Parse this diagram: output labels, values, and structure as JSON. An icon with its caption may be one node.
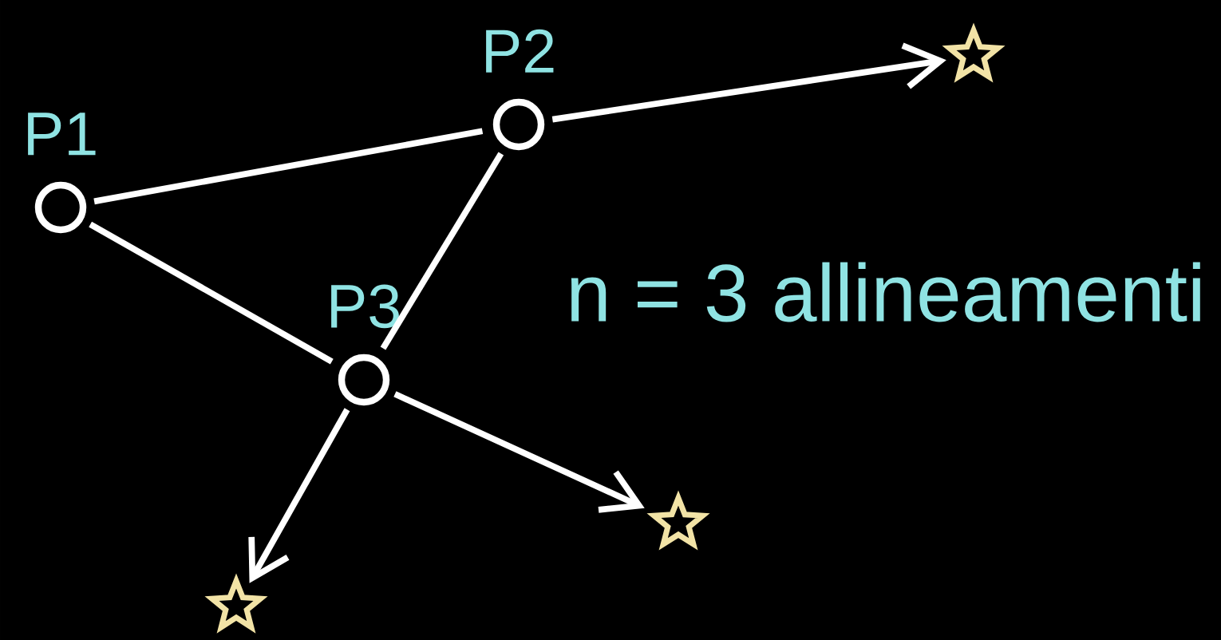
{
  "diagram": {
    "nodes": [
      {
        "text": [
          "P1"
        ]
      },
      {
        "text": [
          "P2"
        ]
      },
      {
        "text": [
          "P3"
        ]
      },
      {
        "text": [],
        "shape": "star"
      },
      {
        "text": [],
        "shape": "star"
      },
      {
        "text": [],
        "shape": "star"
      }
    ],
    "edges": [
      {
        "from": 0,
        "to": 1,
        "arrow": "none"
      },
      {
        "from": 1,
        "to": 3,
        "arrow": "to"
      },
      {
        "from": 0,
        "to": 2,
        "arrow": "none"
      },
      {
        "from": 1,
        "to": 2,
        "arrow": "none"
      },
      {
        "from": 2,
        "to": 4,
        "arrow": "to"
      },
      {
        "from": 2,
        "to": 5,
        "arrow": "to"
      }
    ],
    "labels": [
      "n = 3 allineamenti"
    ]
  }
}
